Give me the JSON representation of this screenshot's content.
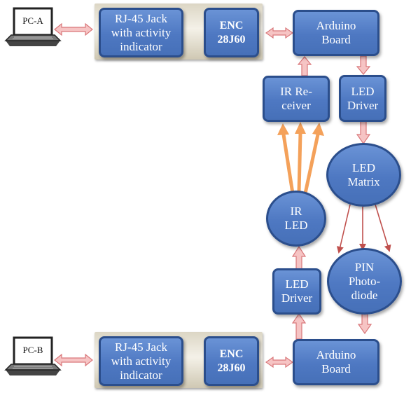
{
  "top": {
    "pc": "PC-A",
    "rj45": "RJ-45 Jack\nwith activity\nindicator",
    "enc": "ENC\n28J60",
    "arduino": "Arduino\nBoard"
  },
  "middle": {
    "ir_receiver": "IR Re-\nceiver",
    "led_driver_right": "LED\nDriver",
    "led_matrix": "LED\nMatrix",
    "ir_led": "IR\nLED",
    "led_driver_left": "LED\nDriver",
    "photodiode": "PIN\nPhoto-\ndiode"
  },
  "bottom": {
    "pc": "PC-B",
    "rj45": "RJ-45 Jack\nwith activity\nindicator",
    "enc": "ENC\n28J60",
    "arduino": "Arduino\nBoard"
  },
  "colors": {
    "box_fill": "#4e78c2",
    "box_border": "#2b4e8c",
    "link_arrow": "#f2aaaa",
    "ir_arrow": "#f4a15a",
    "dark_arrow": "#c0392b"
  }
}
